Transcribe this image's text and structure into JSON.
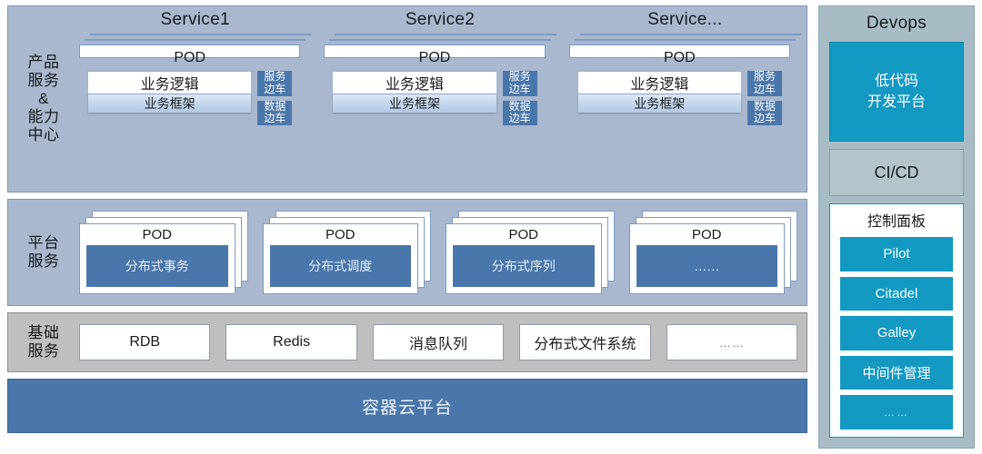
{
  "bands": {
    "services": {
      "label_lines": [
        "产品",
        "服务",
        "&",
        "能力",
        "中心"
      ],
      "blocks": [
        {
          "title": "Service1",
          "pod_title": "POD",
          "logic": "业务逻辑",
          "framework": "业务框架",
          "sidecars": [
            {
              "line1": "服务",
              "line2": "边车"
            },
            {
              "line1": "数据",
              "line2": "边车"
            }
          ]
        },
        {
          "title": "Service2",
          "pod_title": "POD",
          "logic": "业务逻辑",
          "framework": "业务框架",
          "sidecars": [
            {
              "line1": "服务",
              "line2": "边车"
            },
            {
              "line1": "数据",
              "line2": "边车"
            }
          ]
        },
        {
          "title": "Service...",
          "pod_title": "POD",
          "logic": "业务逻辑",
          "framework": "业务框架",
          "sidecars": [
            {
              "line1": "服务",
              "line2": "边车"
            },
            {
              "line1": "数据",
              "line2": "边车"
            }
          ]
        }
      ]
    },
    "platform": {
      "label_lines": [
        "平台",
        "服务"
      ],
      "pods": [
        {
          "pod_title": "POD",
          "name": "分布式事务"
        },
        {
          "pod_title": "POD",
          "name": "分布式调度"
        },
        {
          "pod_title": "POD",
          "name": "分布式序列"
        },
        {
          "pod_title": "POD",
          "name": "……"
        }
      ]
    },
    "infra": {
      "label_lines": [
        "基础",
        "服务"
      ],
      "items": [
        "RDB",
        "Redis",
        "消息队列",
        "分布式文件系统",
        "……"
      ]
    },
    "cloud": {
      "label": "容器云平台"
    }
  },
  "devops": {
    "title": "Devops",
    "lowcode": {
      "line1": "低代码",
      "line2": "开发平台"
    },
    "cicd": "CI/CD",
    "control_panel": {
      "title": "控制面板",
      "items": [
        "Pilot",
        "Citadel",
        "Galley",
        "中间件管理",
        "……"
      ]
    }
  },
  "colors": {
    "band_blue": "#a9b8ce",
    "band_gray": "#bfbfbf",
    "steel_blue": "#4a77ab",
    "devops_teal": "#1499c3",
    "devops_panel": "#a8bcc5"
  }
}
